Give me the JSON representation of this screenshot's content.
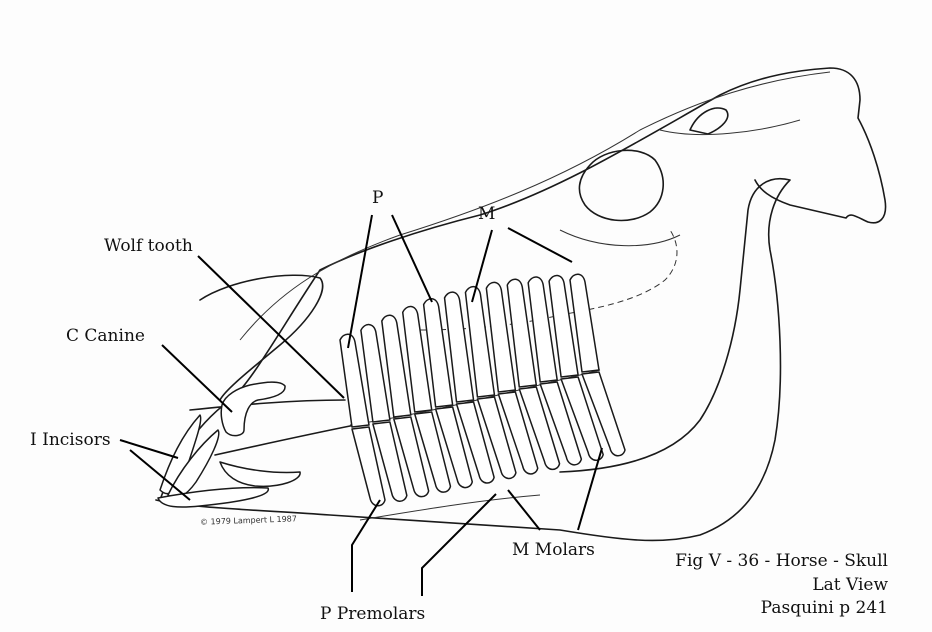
{
  "labels": {
    "wolf_tooth": "Wolf tooth",
    "canine": "C  Canine",
    "incisors": "I  Incisors",
    "upper_p": "P",
    "upper_m": "M",
    "molars": "M  Molars",
    "premolars": "P   Premolars"
  },
  "caption": {
    "line1": "Fig V - 36 - Horse - Skull",
    "line2": "Lat View",
    "line3": "Pasquini p 241"
  },
  "signature": "© 1979 Lampert L 1987",
  "icons": {
    "skull": "horse-skull-drawing"
  }
}
